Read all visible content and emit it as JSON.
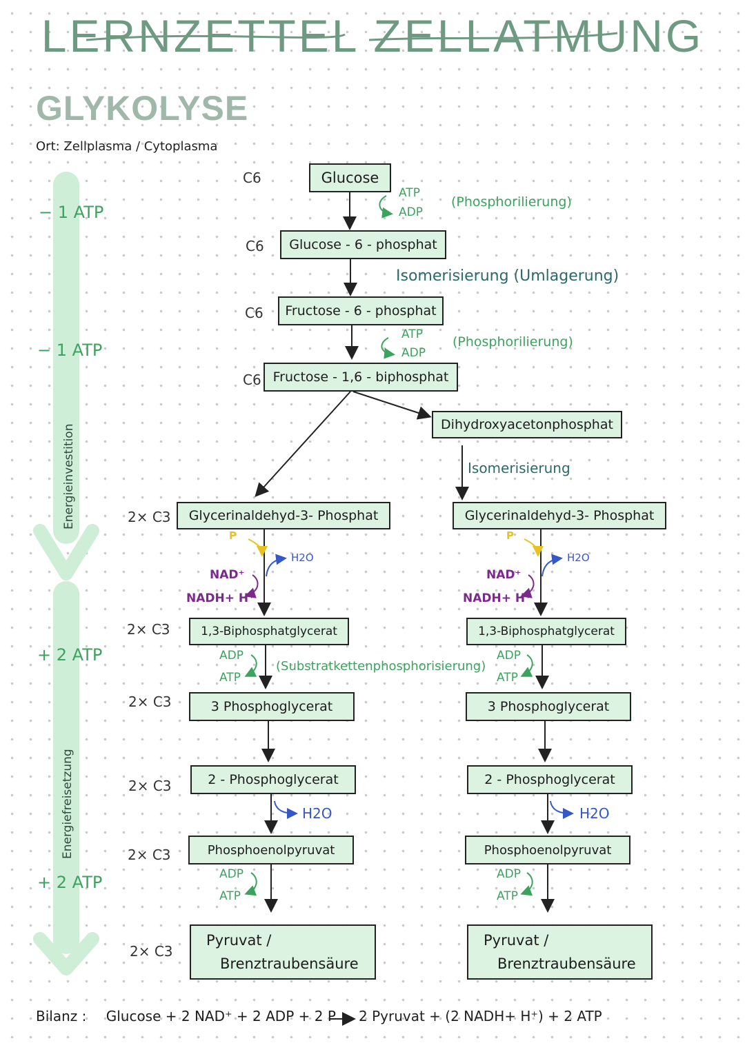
{
  "header": {
    "title": "LERNZETTEL ZELLATMUNG",
    "section": "GLYKOLYSE",
    "location": "Ort: Zellplasma / Cytoplasma"
  },
  "sidebar": {
    "atp_1": "− 1 ATP",
    "atp_2": "− 1 ATP",
    "atp_3": "+ 2 ATP",
    "atp_4": "+ 2 ATP",
    "phase_invest": "Energieinvestition",
    "phase_release": "Energiefreisetzung"
  },
  "main": {
    "glucose": "Glucose",
    "g6p": "Glucose - 6 - phosphat",
    "f6p": "Fructose - 6 - phosphat",
    "f16bp": "Fructose - 1,6 - biphosphat",
    "dhap": "Dihydroxyacetonphosphat",
    "isomerisierung": "Isomerisierung",
    "g3p": "Glycerinaldehyd-3- Phosphat",
    "bpg": "1,3-Biphosphatglycerat",
    "pg3": "3 Phosphoglycerat",
    "pg2": "2 - Phosphoglycerat",
    "pep": "Phosphoenolpyruvat",
    "pyruvat_1": "Pyruvat /",
    "pyruvat_2": "Brenztraubensäure"
  },
  "labels": {
    "c6": "C6",
    "two_c3": "2× C3",
    "atp": "ATP",
    "adp": "ADP",
    "phosphorilierung": "(Phosphorilierung)",
    "isomerisierung_umlagerung": "Isomerisierung (Umlagerung)",
    "p": "P",
    "h2o": "H2O",
    "nad": "NAD⁺",
    "nadh": "NADH+ H⁺",
    "substrat": "(Substratkettenphosphorisierung)"
  },
  "footer": {
    "label": "Bilanz :",
    "equation_left": "Glucose + 2 NAD⁺ + 2 ADP + 2 P",
    "arrow": "⟶",
    "equation_right": "2 Pyruvat + (2 NADH+ H⁺) + 2 ATP"
  },
  "colors": {
    "title": "#6e9a82",
    "box_fill": "#dcf3e1",
    "green": "#3ca35e",
    "teal": "#2b6a6a",
    "purple": "#7b2a8c",
    "blue": "#3558c9",
    "yellow": "#e8c21e",
    "side_arrow": "#cfeed8"
  }
}
